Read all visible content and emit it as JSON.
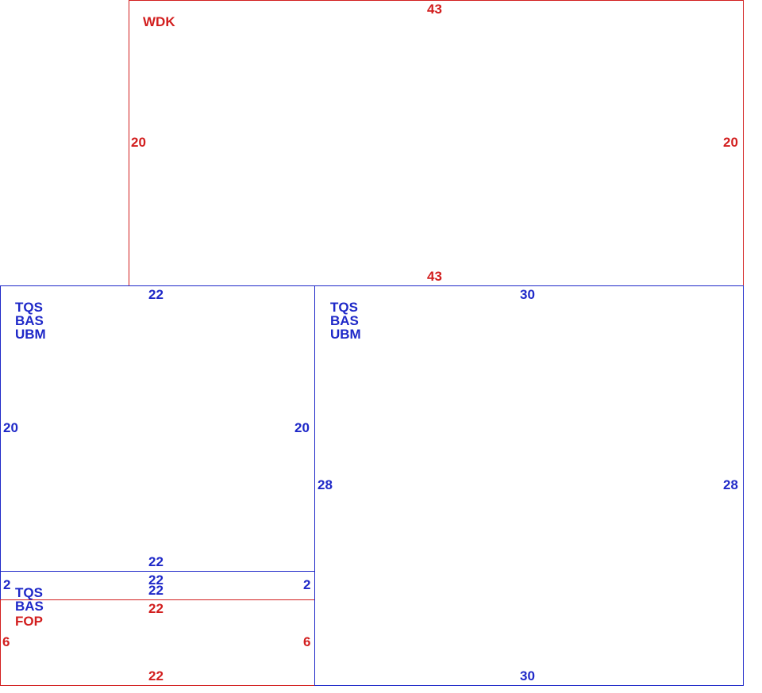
{
  "colors": {
    "red": "#d21e1e",
    "blue": "#1e28c8"
  },
  "panels": {
    "wdk": {
      "names": [
        "WDK"
      ],
      "top": "43",
      "bottom": "43",
      "left": "20",
      "right": "20"
    },
    "left_upper": {
      "names": [
        "TQS",
        "BAS",
        "UBM"
      ],
      "top": "22",
      "bottom": "22",
      "left": "20",
      "right": "20"
    },
    "left_strip": {
      "top": "22",
      "bottom": "22",
      "left": "2",
      "right": "2"
    },
    "left_lower": {
      "names": [
        "TQS",
        "BAS",
        "FOP"
      ],
      "top": "22",
      "bottom": "22",
      "left": "6",
      "right": "6"
    },
    "right": {
      "names": [
        "TQS",
        "BAS",
        "UBM"
      ],
      "top": "30",
      "bottom": "30",
      "left": "28",
      "right": "28"
    }
  }
}
